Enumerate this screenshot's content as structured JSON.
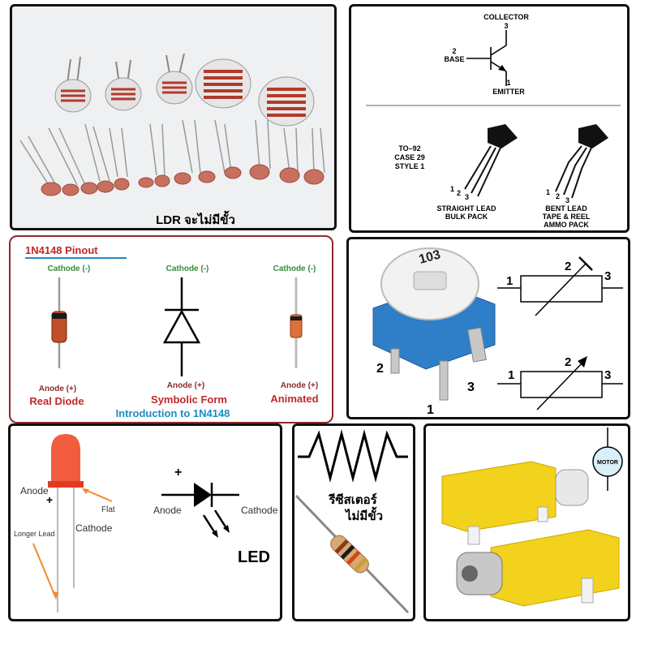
{
  "ldr": {
    "caption": "LDR จะไม่มีขั้ว"
  },
  "transistor": {
    "collector": "COLLECTOR",
    "collector_pin": "3",
    "base": "BASE",
    "base_pin": "2",
    "emitter": "EMITTER",
    "emitter_pin": "1",
    "package_lines": [
      "TO–92",
      "CASE 29",
      "STYLE 1"
    ],
    "straight_lines": [
      "STRAIGHT LEAD",
      "BULK PACK"
    ],
    "bent_lines": [
      "BENT LEAD",
      "TAPE & REEL",
      "AMMO PACK"
    ],
    "pin_numbers": [
      "1",
      "2",
      "3"
    ]
  },
  "diode": {
    "title": "1N4148  Pinout",
    "cathode": "Cathode (-)",
    "anode": "Anode (+)",
    "labels": [
      "Real Diode",
      "Symbolic Form",
      "Animated"
    ],
    "subtitle": "Introduction to 1N4148"
  },
  "trimpot": {
    "knob_text": "103",
    "pin1": "1",
    "pin2": "2",
    "pin3": "3"
  },
  "led": {
    "anode": "Anode",
    "plus": "+",
    "flat": "Flat",
    "cathode": "Cathode",
    "longer_lead": "Longer Lead",
    "symbol_plus": "+",
    "symbol_anode": "Anode",
    "symbol_cathode": "Cathode",
    "label": "LED"
  },
  "resistor": {
    "caption_line1": "รีซีสเตอร์",
    "caption_line2": "ไม่มีขั้ว"
  },
  "motor": {
    "symbol_label": "MOTOR"
  },
  "colors": {
    "accent_red": "#c0282a",
    "diode_green": "#3a8a3a",
    "diode_link": "#1f8ac0",
    "motor_yellow": "#f2d21c",
    "trimpot_blue": "#2f7fc8"
  }
}
